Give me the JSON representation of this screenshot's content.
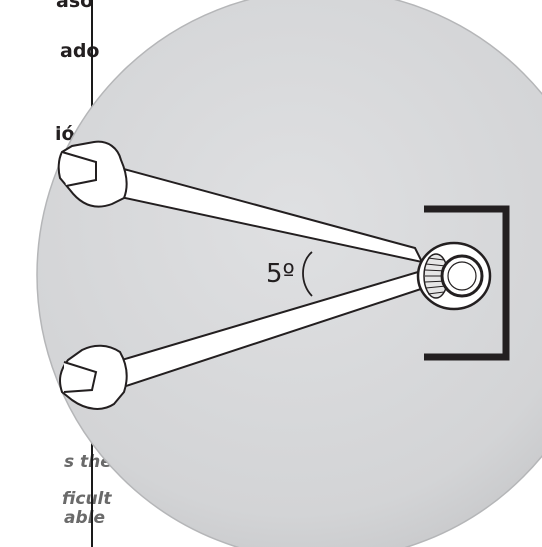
{
  "text_fragments": {
    "line1": "aso",
    "line2": "ado",
    "line3": "ión",
    "caption1": "s the",
    "caption2": "ficult",
    "caption3": "able"
  },
  "illustration": {
    "angle_label": "5º",
    "circle_color": "#d7d8da",
    "line_color": "#231f20"
  }
}
